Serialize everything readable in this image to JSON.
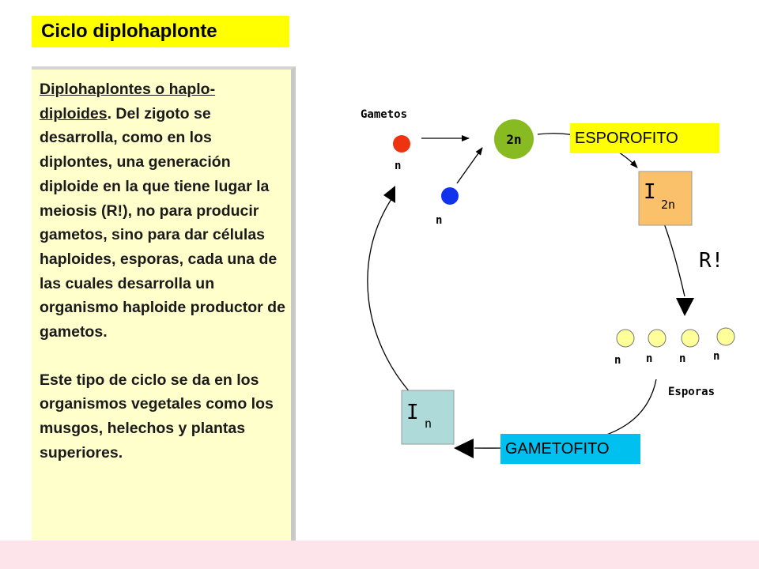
{
  "title": "Ciclo diplohaplonte",
  "text_panel": {
    "p1_term1": "Diplohaplontes o haplo-diploides",
    "p1_part1": ". Del zigoto se desarrolla, como en los diplontes, una generación diploide en la que tiene lugar la meiosis (R!), no para producir gametos, sino para dar células haploides, ",
    "p1_term2": "esporas",
    "p1_part2": ", cada una de las cuales desarrolla un organismo haploide productor de gametos.",
    "p2": "Este tipo de ciclo se da en los organismos vegetales como los musgos, helechos y plantas superiores."
  },
  "diagram": {
    "gametes_label": "Gametos",
    "gamete_red_label": "n",
    "gamete_blue_label": "n",
    "zygote_label": "2n",
    "diploid_box_roman": "I",
    "diploid_box_ploidy": "2n",
    "meiosis_label": "R!",
    "spore_labels": [
      "n",
      "n",
      "n",
      "n"
    ],
    "spores_label": "Esporas",
    "haploid_box_roman": "I",
    "haploid_box_ploidy": "n",
    "sporophyte_tag": "ESPOROFITO",
    "gametophyte_tag": "GAMETOFITO"
  },
  "colors": {
    "title_bg": "#ffff00",
    "panel_bg": "#ffffcc",
    "footer_bg": "#fde4ea",
    "gamete_red": "#ee3311",
    "gamete_blue": "#1133ee",
    "zygote": "#88bb22",
    "diploid_box": "#fbc16a",
    "haploid_box": "#aedada",
    "spore": "#ffff99",
    "sporophyte_tag": "#ffff00",
    "gametophyte_tag": "#00c0f0"
  }
}
